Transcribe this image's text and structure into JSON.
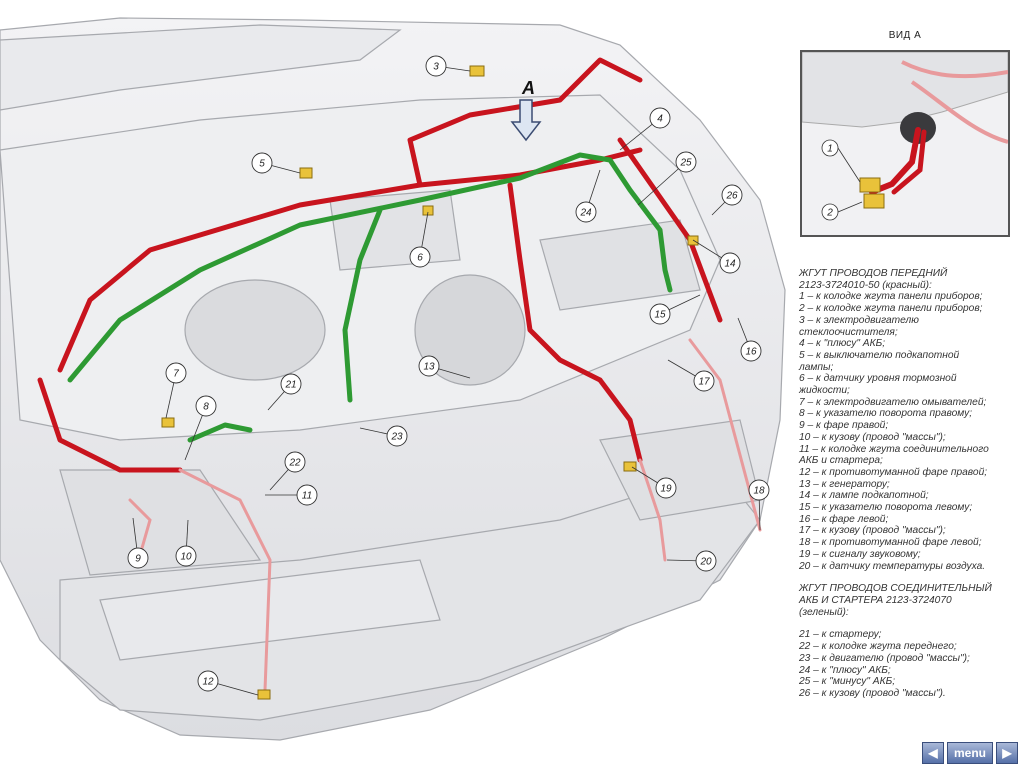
{
  "view_label": "ВИД А",
  "arrow_label": "А",
  "callouts": [
    "1",
    "2",
    "3",
    "4",
    "5",
    "6",
    "7",
    "8",
    "9",
    "10",
    "11",
    "12",
    "13",
    "14",
    "15",
    "16",
    "17",
    "18",
    "19",
    "20",
    "21",
    "22",
    "23",
    "24",
    "25",
    "26"
  ],
  "legend": {
    "front_header": [
      "ЖГУТ ПРОВОДОВ ПЕРЕДНИЙ",
      "2123-3724010-50 (красный):"
    ],
    "front_items": [
      "1 – к колодке жгута панели приборов;",
      "2 – к колодке жгута панели приборов;",
      "3 – к электродвигателю",
      "стеклоочистителя;",
      "4 – к \"плюсу\" АКБ;",
      "5 – к выключателю подкапотной",
      "лампы;",
      "6 – к датчику уровня тормозной",
      "жидкости;",
      "7 – к электродвигателю омывателей;",
      "8 – к указателю поворота правому;",
      "9 – к фаре правой;",
      "10 – к кузову (провод \"массы\");",
      "11 – к колодке жгута соединительного",
      "АКБ и стартера;",
      "12 – к противотуманной фаре правой;",
      "13 – к генератору;",
      "14 – к лампе подкапотной;",
      "15 – к указателю поворота левому;",
      "16 – к фаре левой;",
      "17 – к кузову (провод \"массы\");",
      "18 – к противотуманной фаре левой;",
      "19 – к сигналу звуковому;",
      "20 – к датчику температуры воздуха."
    ],
    "connector_header": [
      "ЖГУТ ПРОВОДОВ СОЕДИНИТЕЛЬНЫЙ",
      "АКБ И СТАРТЕРА 2123-3724070",
      "(зеленый):"
    ],
    "connector_items": [
      "21 – к стартеру;",
      "22 – к колодке жгута переднего;",
      "23 – к двигателю (провод \"массы\");",
      "24 – к \"плюсу\" АКБ;",
      "25 – к \"минусу\" АКБ;",
      "26 – к кузову (провод \"массы\")."
    ]
  },
  "nav": {
    "menu_label": "menu"
  },
  "colors": {
    "front_harness": "#c8141e",
    "connector_harness": "#2e9a33",
    "body": "#e6e7ea",
    "outline": "#a7a9ae"
  }
}
